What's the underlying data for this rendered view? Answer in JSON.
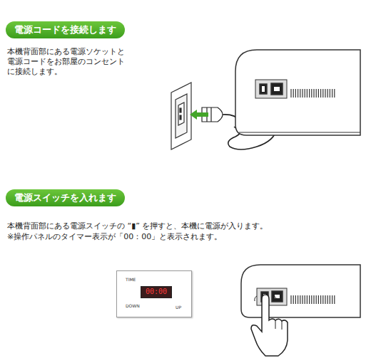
{
  "diagram": {
    "nodes": [
      {
        "text": [
          "電源コードを接続します"
        ]
      },
      {
        "text": [
          "電源スイッチを入れます"
        ]
      },
      {
        "text": [
          "TIME",
          "DOWN",
          "UP"
        ]
      },
      {
        "text": [
          "00:00"
        ],
        "in": 2
      }
    ],
    "labels": [
      "本機背面部にある電源ソケットと 電源コードをお部屋のコンセント に接続します。",
      "本機背面部にある電源スイッチの “▮” を押すと、本機に電源が入ります。",
      "※操作パネルのタイマー表示が「00：00」と表示されます。"
    ]
  }
}
